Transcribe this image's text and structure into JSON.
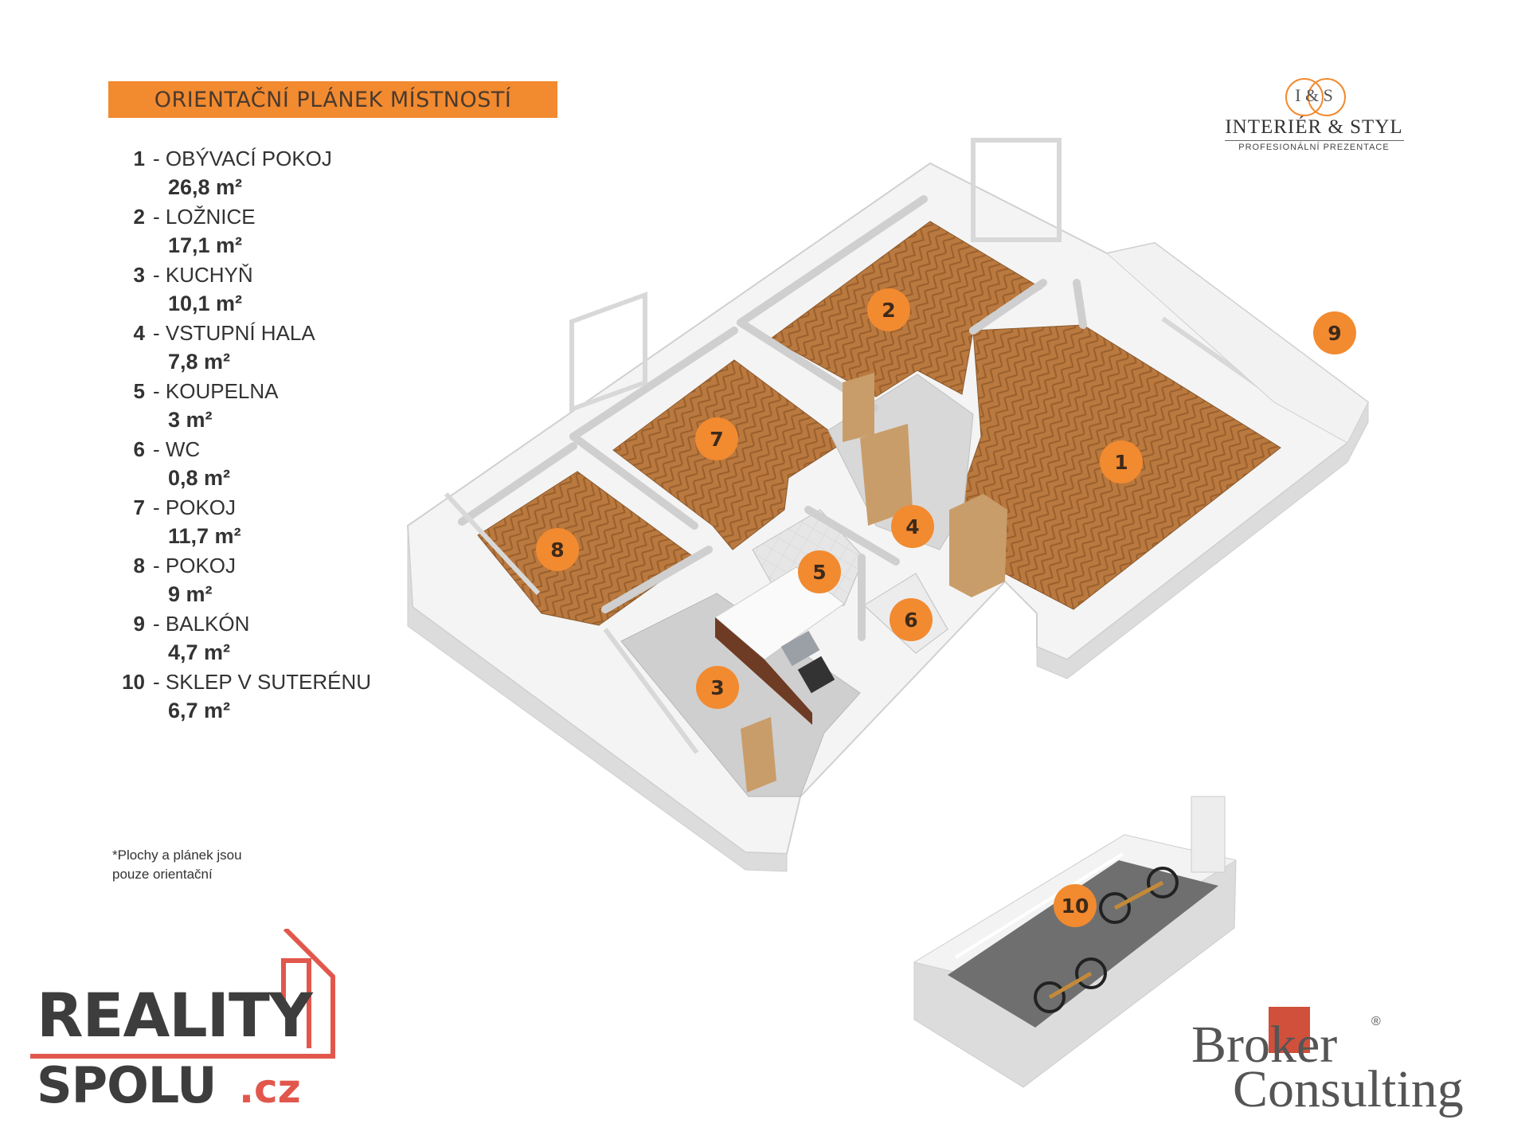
{
  "header": {
    "title": "ORIENTAČNÍ PLÁNEK MÍSTNOSTÍ"
  },
  "legend": [
    {
      "num": "1",
      "name": "- OBÝVACÍ POKOJ",
      "area": "26,8 m²"
    },
    {
      "num": "2",
      "name": "- LOŽNICE",
      "area": "17,1 m²"
    },
    {
      "num": "3",
      "name": "- KUCHYŇ",
      "area": "10,1 m²"
    },
    {
      "num": "4",
      "name": "- VSTUPNÍ HALA",
      "area": "7,8 m²"
    },
    {
      "num": "5",
      "name": "- KOUPELNA",
      "area": "3 m²"
    },
    {
      "num": "6",
      "name": "- WC",
      "area": "0,8 m²"
    },
    {
      "num": "7",
      "name": "- POKOJ",
      "area": "11,7 m²"
    },
    {
      "num": "8",
      "name": "- POKOJ",
      "area": "9 m²"
    },
    {
      "num": "9",
      "name": "- BALKÓN",
      "area": "4,7 m²"
    },
    {
      "num": "10",
      "name": "- SKLEP V SUTERÉNU",
      "area": "6,7 m²"
    }
  ],
  "note": {
    "line1": "*Plochy  a plánek jsou",
    "line2": "pouze orientační"
  },
  "brand_is": {
    "monogram": "I & S",
    "name": "INTERIÉR & STYL",
    "tagline": "PROFESIONÁLNÍ PREZENTACE"
  },
  "brand_reality": {
    "word1": "REALITY",
    "word2": "SPOLU",
    "word3": ".cz"
  },
  "brand_broker": {
    "word1": "Broker",
    "word2": "Consulting",
    "reg": "®"
  },
  "badges": [
    "1",
    "2",
    "3",
    "4",
    "5",
    "6",
    "7",
    "8",
    "9",
    "10"
  ],
  "colors": {
    "accent": "#f28a30",
    "floor_wood": "#b9793f",
    "wall": "#eeeeee",
    "cellar_floor": "#6f6f6f"
  }
}
